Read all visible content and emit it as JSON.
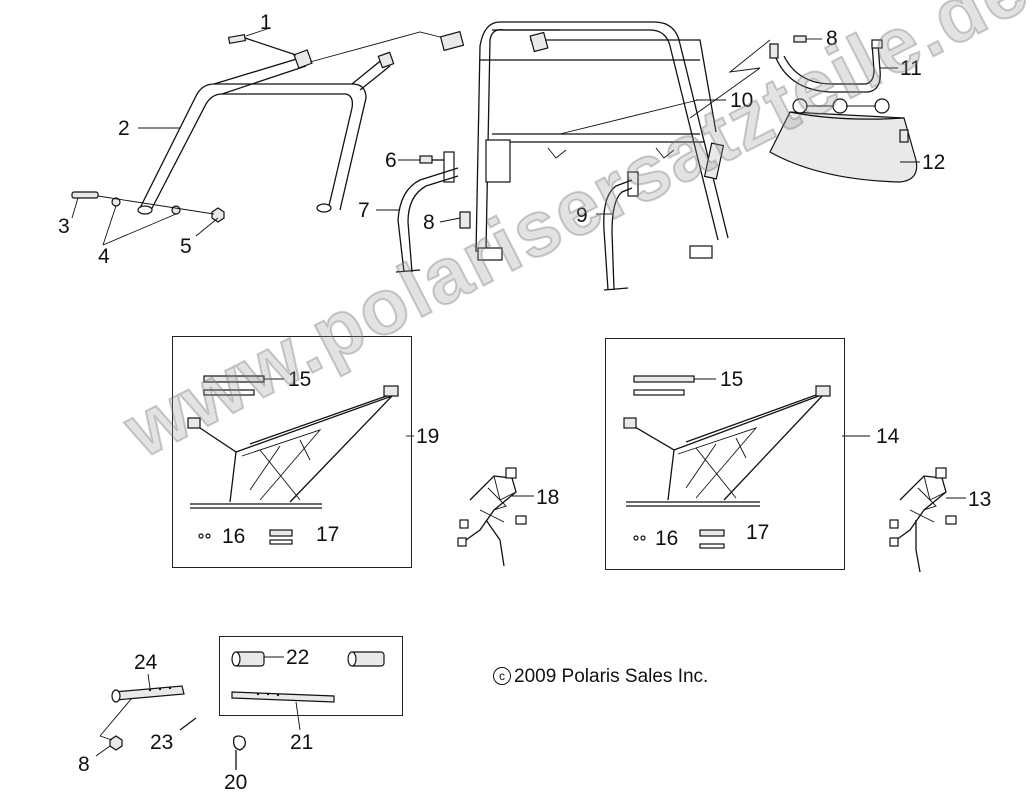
{
  "diagram": {
    "callouts": [
      "1",
      "2",
      "3",
      "4",
      "5",
      "6",
      "7",
      "8",
      "9",
      "10",
      "11",
      "8",
      "12",
      "15",
      "19",
      "14",
      "15",
      "18",
      "13",
      "16",
      "17",
      "16",
      "17",
      "24",
      "22",
      "21",
      "23",
      "8",
      "20"
    ],
    "copyright_symbol": "c",
    "copyright_text": "2009 Polaris Sales Inc.",
    "watermark": "www.polarisersatzteile.de"
  }
}
